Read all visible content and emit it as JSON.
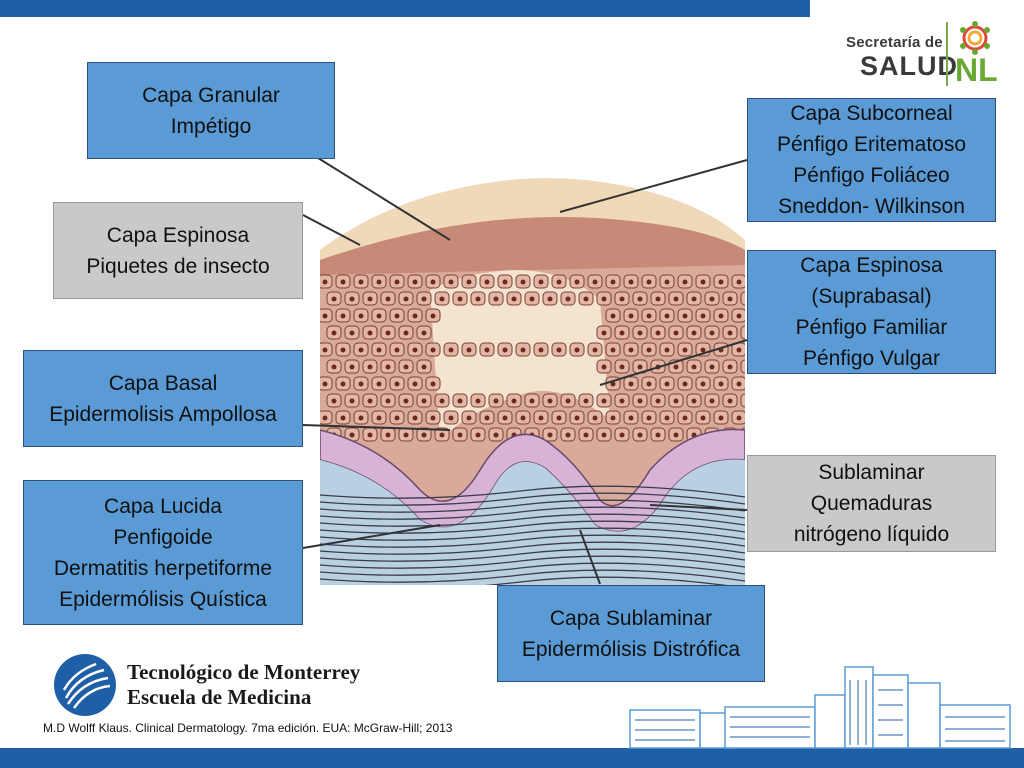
{
  "colors": {
    "bar": "#1f5fa8",
    "box_blue": "#5b9bd5",
    "box_gray": "#c9c9c9"
  },
  "labels": {
    "capa_granular": [
      "Capa Granular",
      "Impétigo"
    ],
    "capa_espinosa_left": [
      "Capa Espinosa",
      "Piquetes de insecto"
    ],
    "capa_basal": [
      "Capa Basal",
      "Epidermolisis Ampollosa"
    ],
    "capa_lucida": [
      "Capa Lucida",
      "Penfigoide",
      "Dermatitis herpetiforme",
      "Epidermólisis Quística"
    ],
    "capa_subcorneal": [
      "Capa Subcorneal",
      "Pénfigo Eritematoso",
      "Pénfigo Foliáceo",
      "Sneddon- Wilkinson"
    ],
    "capa_espinosa_right": [
      "Capa Espinosa",
      "(Suprabasal)",
      "Pénfigo Familiar",
      "Pénfigo Vulgar"
    ],
    "sublaminar": [
      "Sublaminar",
      "Quemaduras",
      "nitrógeno líquido"
    ],
    "capa_sublaminar": [
      "Capa Sublaminar",
      "Epidermólisis Distrófica"
    ]
  },
  "logos": {
    "salud": {
      "line1": "Secretaría de",
      "line2": "SALUD",
      "nl": "NL"
    },
    "tec": {
      "line1": "Tecnológico de Monterrey",
      "line2": "Escuela de Medicina"
    }
  },
  "citation": "M.D Wolff Klaus. Clinical Dermatology. 7ma edición. EUA: McGraw-Hill; 2013"
}
